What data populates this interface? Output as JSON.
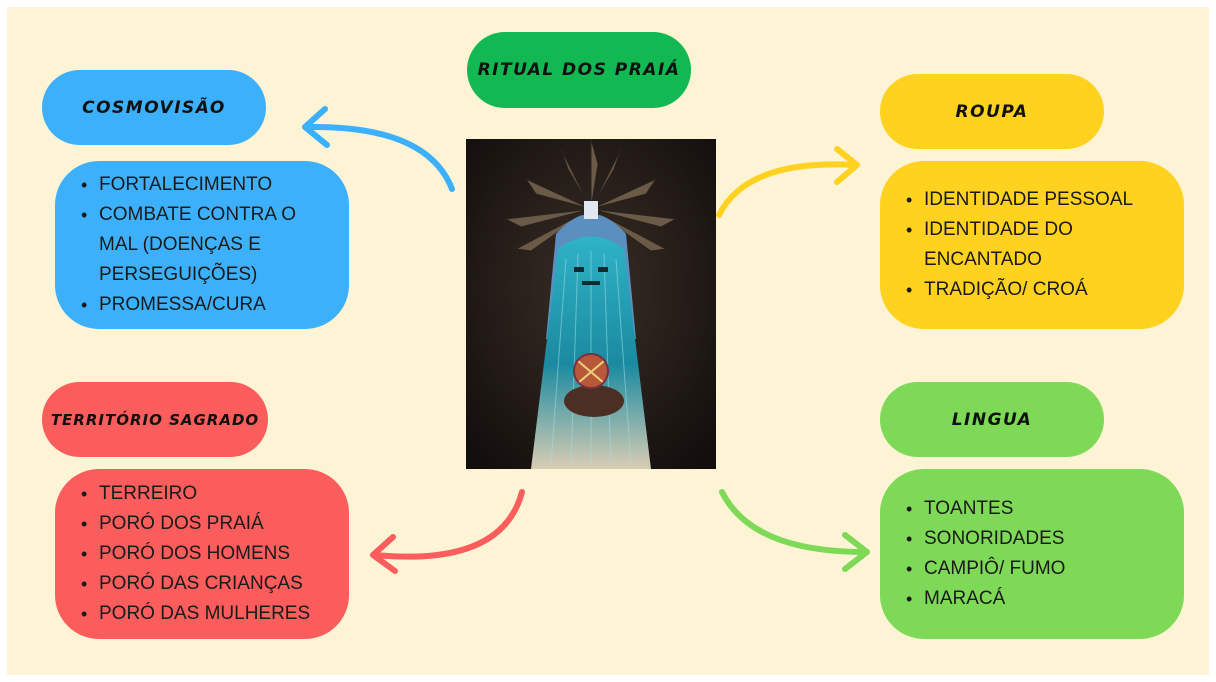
{
  "title": "RITUAL DOS PRAIÁ",
  "colors": {
    "background": "#fdf3d5",
    "title_pill": "#12b851",
    "cosmovisao": "#3db0fb",
    "roupa": "#ffd21f",
    "territorio": "#fb5c5c",
    "lingua": "#7ed957"
  },
  "cosmovisao": {
    "heading": "COSMOVISÃO",
    "items": [
      "FORTALECIMENTO",
      "COMBATE CONTRA O MAL (DOENÇAS E PERSEGUIÇÕES)",
      "PROMESSA/CURA"
    ]
  },
  "roupa": {
    "heading": "ROUPA",
    "items": [
      "IDENTIDADE PESSOAL",
      "IDENTIDADE DO ENCANTADO",
      "TRADIÇÃO/ CROÁ"
    ]
  },
  "territorio": {
    "heading": "TERRITÓRIO SAGRADO",
    "items": [
      "TERREIRO",
      "PORÓ DOS PRAIÁ",
      "PORÓ DOS HOMENS",
      "PORÓ DAS CRIANÇAS",
      "PORÓ DAS MULHERES"
    ]
  },
  "lingua": {
    "heading": "LINGUA",
    "items": [
      "TOANTES",
      "SONORIDADES",
      "CAMPIÔ/ FUMO",
      "MARACÁ"
    ]
  }
}
